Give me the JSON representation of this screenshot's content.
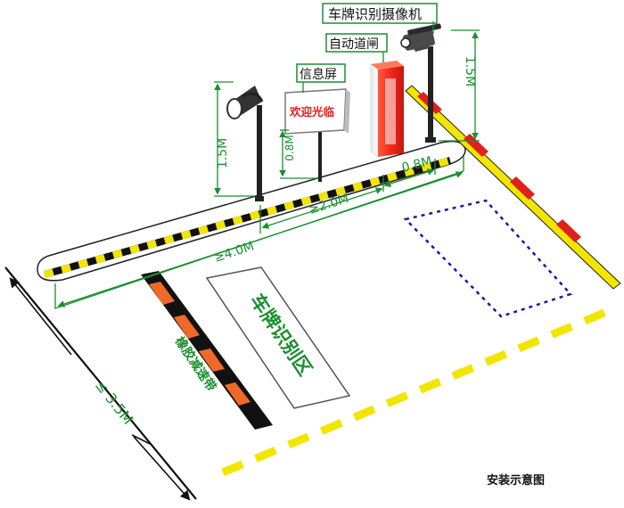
{
  "labels": {
    "camera": "车牌识别摄像机",
    "barrier": "自动道闸",
    "display": "信息屏",
    "display_text": "欢迎光临",
    "zone": "车牌识别区",
    "speed_bump": "橡胶减速带",
    "caption": "安装示意图"
  },
  "dimensions": {
    "light_pole_height": "1.5M",
    "display_height": "0.8M",
    "camera_height": "1.5M",
    "barrier_to_island": "0.8M",
    "display_to_barrier": "≥2.0M",
    "island_to_bump": "≥4.0M",
    "lane_width": "≤ 3.5M"
  },
  "colors": {
    "green": "#1a8f2e",
    "red": "#e0201c",
    "yellow": "#f2e600",
    "blue": "#1a1aa0",
    "black": "#111111"
  }
}
